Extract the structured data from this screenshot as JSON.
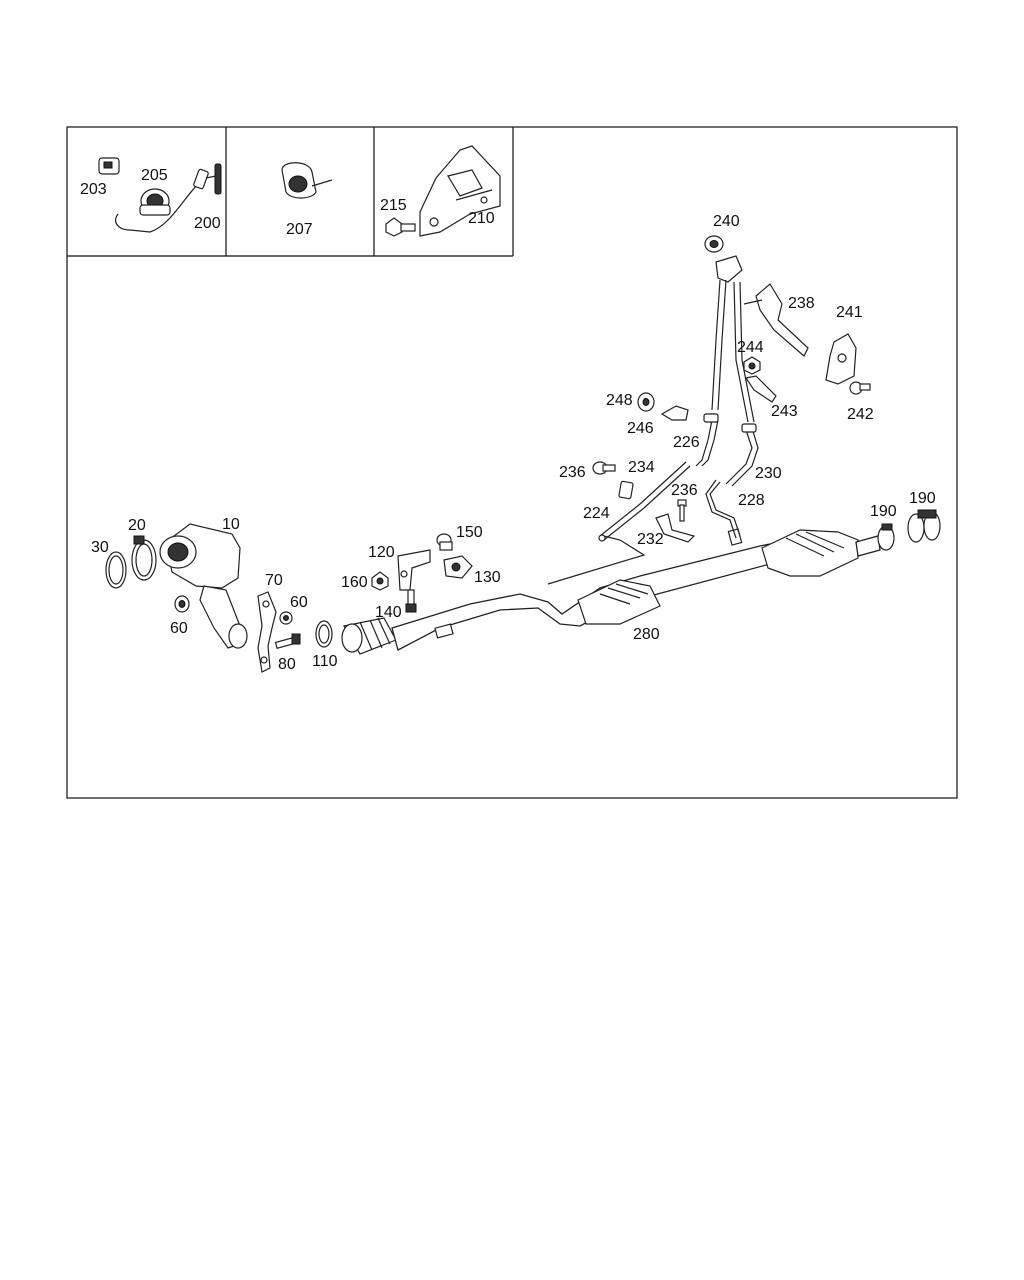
{
  "labels": {
    "l10": "10",
    "l20": "20",
    "l30": "30",
    "l60a": "60",
    "l60b": "60",
    "l70": "70",
    "l80": "80",
    "l110": "110",
    "l120": "120",
    "l130": "130",
    "l140": "140",
    "l150": "150",
    "l160": "160",
    "l190a": "190",
    "l190b": "190",
    "l200": "200",
    "l203": "203",
    "l205": "205",
    "l207": "207",
    "l210": "210",
    "l215": "215",
    "l224": "224",
    "l226": "226",
    "l228": "228",
    "l230": "230",
    "l232": "232",
    "l234": "234",
    "l236a": "236",
    "l236b": "236",
    "l238": "238",
    "l240": "240",
    "l241": "241",
    "l242": "242",
    "l243": "243",
    "l244": "244",
    "l246": "246",
    "l248": "248",
    "l280": "280"
  }
}
